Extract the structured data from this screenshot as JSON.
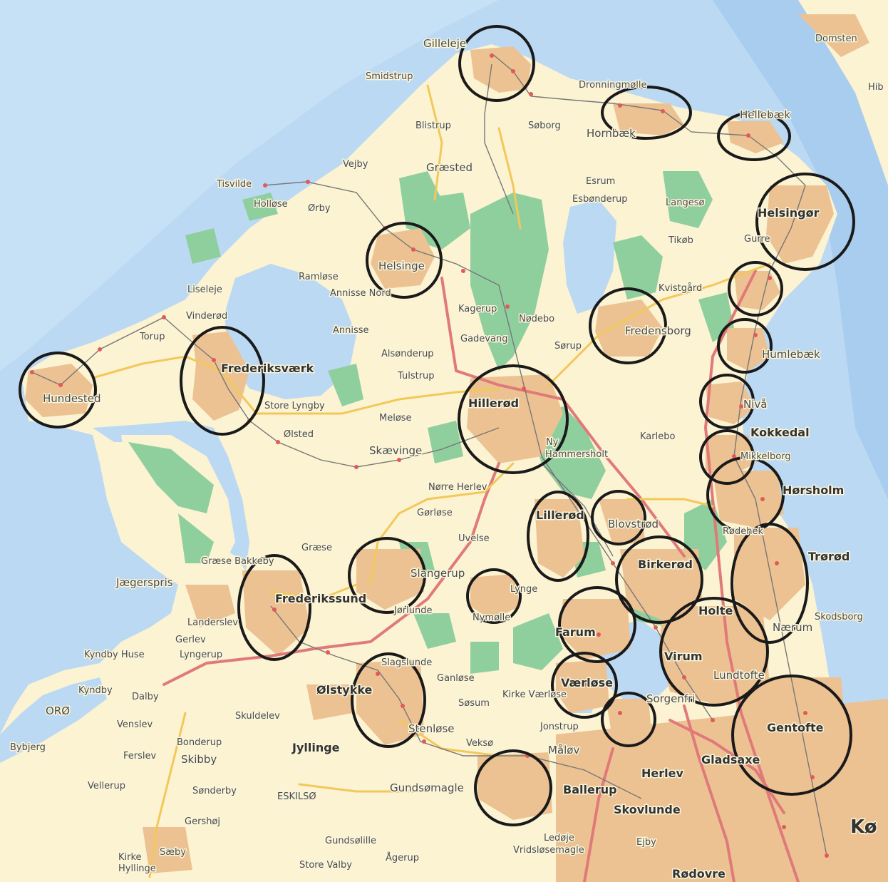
{
  "map": {
    "colors": {
      "sea": "#bcd9f3",
      "sea_deep": "#a8cdee",
      "land": "#fbf3d2",
      "forest": "#8fcf9e",
      "urban": "#ecc293",
      "lake": "#bcd9f3",
      "major_road": "#e07a7a",
      "road": "#f3c85a",
      "rail": "#777777",
      "circle": "#1a1a1a"
    },
    "places": {
      "gilleleje": "Gilleleje",
      "smidstrup": "Smidstrup",
      "dronningmolle": "Dronningmølle",
      "domsten": "Domsten",
      "hib": "Hib",
      "hellebaek": "Hellebæk",
      "blistrup": "Blistrup",
      "soborg": "Søborg",
      "hornbaek": "Hornbæk",
      "vejby": "Vejby",
      "graested": "Græsted",
      "esrum": "Esrum",
      "esbonderup": "Esbønderup",
      "tisvilde": "Tisvilde",
      "holloese": "Holløse",
      "orby": "Ørby",
      "langeso": "Langesø",
      "helsingor": "Helsingør",
      "tikob": "Tikøb",
      "gurre": "Gurre",
      "helsinge": "Helsinge",
      "ramlose": "Ramløse",
      "annisse_nord": "Annisse Nord",
      "kvistgard": "Kvistgård",
      "liseleje": "Liseleje",
      "kagerup": "Kagerup",
      "nodebo": "Nødebo",
      "vinderod": "Vinderød",
      "annisse": "Annisse",
      "gadevang": "Gadevang",
      "fredensborg": "Fredensborg",
      "torup": "Torup",
      "sorup": "Sørup",
      "alsonderup": "Alsønderup",
      "humlebaek": "Humlebæk",
      "frederiksvaerk": "Frederiksværk",
      "tulstrup": "Tulstrup",
      "hundested": "Hundested",
      "store_lyngby": "Store Lyngby",
      "hillerod": "Hillerød",
      "niva": "Nivå",
      "melose": "Meløse",
      "olsted": "Ølsted",
      "ny_hammersholt_1": "Ny",
      "ny_hammersholt_2": "Hammersholt",
      "karlebo": "Karlebo",
      "kokkedal": "Kokkedal",
      "skaevinge": "Skævinge",
      "mikkelborg": "Mikkelborg",
      "norre_herlev": "Nørre Herlev",
      "horsholm": "Hørsholm",
      "gorlose": "Gørløse",
      "lillerod": "Lillerød",
      "blovstrod": "Blovstrød",
      "uvelse": "Uvelse",
      "rodehek": "Rødehek",
      "graese": "Græse",
      "trorod": "Trørød",
      "graese_bakkeby": "Græse Bakkeby",
      "birkerod": "Birkerød",
      "jaegerspris": "Jægerspris",
      "slangerup": "Slangerup",
      "lynge": "Lynge",
      "frederikssund": "Frederikssund",
      "jorlunde": "Jørlunde",
      "holte": "Holte",
      "skodsborg": "Skodsborg",
      "landerslev": "Landerslev",
      "nymolle": "Nymølle",
      "farum": "Farum",
      "naerum": "Nærum",
      "gerlev": "Gerlev",
      "kyndby_huse": "Kyndby Huse",
      "lyngerup": "Lyngerup",
      "virum": "Virum",
      "slagslunde": "Slagslunde",
      "ganlose": "Ganløse",
      "lundtofte": "Lundtofte",
      "kyndby": "Kyndby",
      "dalby": "Dalby",
      "olstykke": "Ølstykke",
      "vaerlose": "Værløse",
      "kirke_vaerlose": "Kirke Værløse",
      "sorgenfri": "Sorgenfri",
      "oro": "ORØ",
      "skuldelev": "Skuldelev",
      "sosum": "Søsum",
      "gentofte": "Gentofte",
      "venslev": "Venslev",
      "stenlose": "Stenløse",
      "jonstrup": "Jonstrup",
      "bybjerg": "Bybjerg",
      "bonderup": "Bonderup",
      "jyllinge": "Jyllinge",
      "vekso": "Veksø",
      "malov": "Måløv",
      "gladsaxe": "Gladsaxe",
      "ferslev": "Ferslev",
      "skibby": "Skibby",
      "herlev": "Herlev",
      "vellerup": "Vellerup",
      "gundsomagle": "Gundsømagle",
      "ballerup": "Ballerup",
      "sonderby": "Sønderby",
      "eskilso": "ESKILSØ",
      "skovlunde": "Skovlunde",
      "gershoj": "Gershøj",
      "kobenhavn": "Kø",
      "gundsolille": "Gundsølille",
      "ledoje": "Ledøje",
      "vridslosemagle": "Vridsløsemagle",
      "ejby": "Ejby",
      "saeby": "Sæby",
      "agerup": "Ågerup",
      "kirke_hyllinge_1": "Kirke",
      "kirke_hyllinge_2": "Hyllinge",
      "store_valby": "Store Valby",
      "rodovre": "Rødovre"
    }
  }
}
